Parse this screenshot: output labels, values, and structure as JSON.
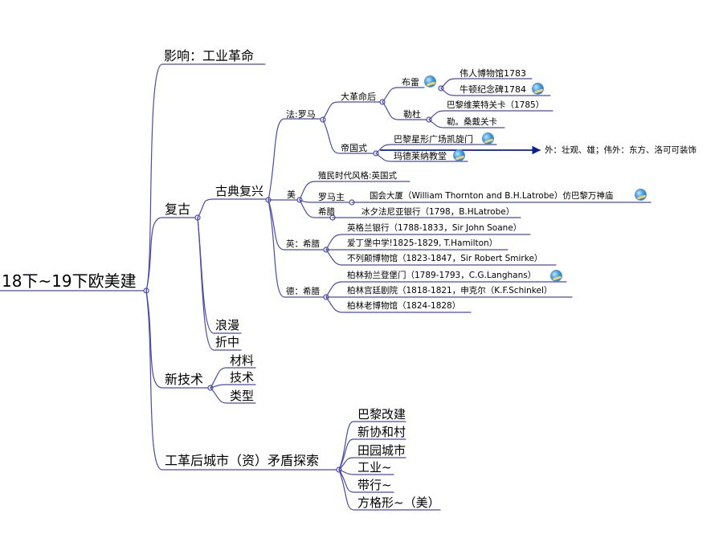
{
  "root": "18下~19下欧美建",
  "n_yingxiang": "影响：工业革命",
  "n_fugu": "复古",
  "n_gudian": "古典复兴",
  "n_fa": "法:罗马",
  "n_dageming": "大革命后",
  "n_bulei": "布雷",
  "n_weiren": "伟人博物馆1783",
  "n_niudun": "牛顿纪念碑1784",
  "n_ledu": "勒杜",
  "n_bali_vil": "巴黎维莱特关卡（1785）",
  "n_le_sang": "勒。桑戴关卡",
  "n_diguo": "帝国式",
  "n_kaixuan": "巴黎星形广场凯旋门",
  "n_madelai": "玛德莱纳教堂",
  "n_wai": "外：壮观、雄；伟外：东方、洛可可装饰",
  "n_mei": "美",
  "n_zhimin": "殖民时代风格:英国式",
  "n_luomazhu": "罗马主",
  "n_guohui": "国会大厦（William Thornton and B.H.Latrobe）仿巴黎万神庙",
  "n_xila_mei": "希腊",
  "n_bingxi": "冰夕法尼亚银行（1798，B.HLatrobe）",
  "n_ying": "英：希腊",
  "n_yinglan": "英格兰银行（1788-1833，Sir John Soane）",
  "n_aiding": "爱丁堡中学!1825-1829, T.Hamilton）",
  "n_bulie": "不列颠博物馆（1823-1847，Sir Robert Smirke）",
  "n_de": "德：希腊",
  "n_bolin_bo": "柏林勃兰登堡门（1789-1793，C.G.Langhans）",
  "n_bolin_gong": "柏林宫廷剧院（1818-1821，申克尔（K.F.Schinkel）",
  "n_bolin_lao": "柏林老博物馆（1824-1828）",
  "n_langman": "浪漫",
  "n_zhezhong": "折中",
  "n_xinjishu": "新技术",
  "n_cailiao": "材料",
  "n_jishu": "技术",
  "n_leixing": "类型",
  "n_gongge": "工革后城市（资）矛盾探索",
  "n_bali_gai": "巴黎改建",
  "n_xinxie": "新协和村",
  "n_tianyuan": "田园城市",
  "n_gongye": "工业~",
  "n_daixing": "带行~",
  "n_fangge": "方格形~（美）",
  "colors": {
    "line": "#4a4aa8",
    "arrow": "#0b1f8a"
  },
  "icons": [
    "globe-icon"
  ]
}
